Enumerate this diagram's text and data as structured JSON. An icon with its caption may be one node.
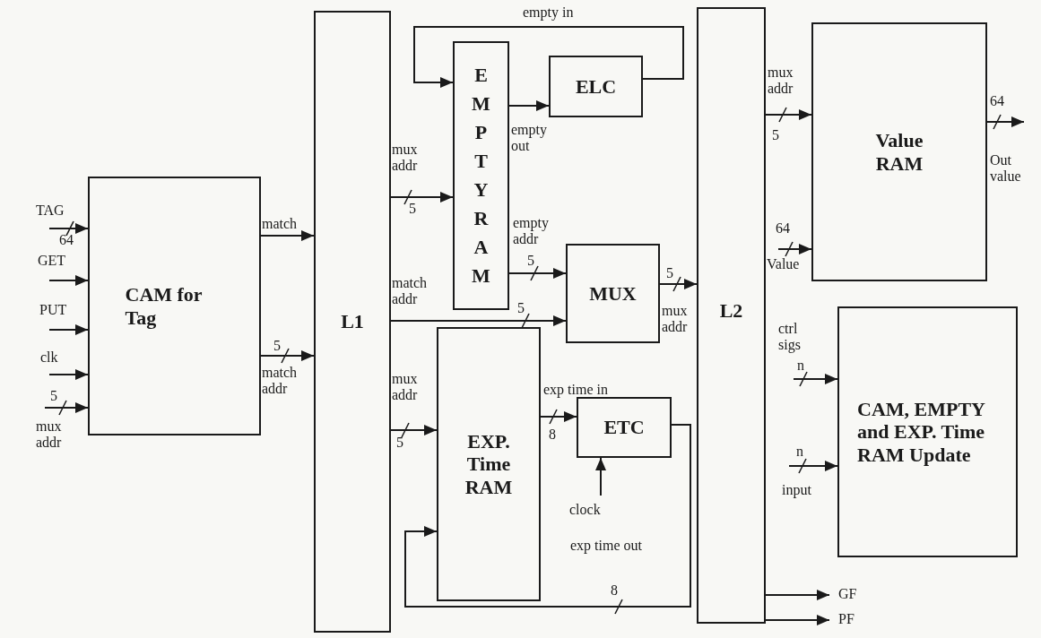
{
  "diagram": {
    "nodes": [
      {
        "text": [
          "CAM for Tag"
        ]
      },
      {
        "text": [
          "L1"
        ]
      },
      {
        "text": [
          "EMPTY RAM"
        ]
      },
      {
        "text": [
          "ELC"
        ]
      },
      {
        "text": [
          "MUX"
        ]
      },
      {
        "text": [
          "EXP. Time RAM"
        ]
      },
      {
        "text": [
          "ETC"
        ]
      },
      {
        "text": [
          "L2"
        ]
      },
      {
        "text": [
          "Value RAM"
        ]
      },
      {
        "text": [
          "CAM, EMPTY and EXP. Time RAM Update"
        ]
      }
    ],
    "edges": [
      {
        "from": null,
        "to": 0,
        "arrow": "to",
        "label": "TAG"
      },
      {
        "from": null,
        "to": 0,
        "arrow": "to",
        "label": "GET"
      },
      {
        "from": null,
        "to": 0,
        "arrow": "to",
        "label": "PUT"
      },
      {
        "from": null,
        "to": 0,
        "arrow": "to",
        "label": "clk"
      },
      {
        "from": null,
        "to": 0,
        "arrow": "to",
        "label": "mux addr"
      },
      {
        "from": 0,
        "to": 1,
        "arrow": "to",
        "label": "match"
      },
      {
        "from": 0,
        "to": 1,
        "arrow": "to",
        "label": "match addr"
      },
      {
        "from": 1,
        "to": 2,
        "arrow": "to",
        "label": "mux addr"
      },
      {
        "from": 3,
        "to": 2,
        "arrow": "to",
        "label": "empty in"
      },
      {
        "from": 2,
        "to": 3,
        "arrow": "to",
        "label": "empty out"
      },
      {
        "from": 2,
        "to": 4,
        "arrow": "to",
        "label": "empty addr"
      },
      {
        "from": 1,
        "to": 4,
        "arrow": "to",
        "label": "match addr"
      },
      {
        "from": 4,
        "to": 7,
        "arrow": "to",
        "label": "mux addr"
      },
      {
        "from": 1,
        "to": 5,
        "arrow": "to",
        "label": "mux addr"
      },
      {
        "from": 5,
        "to": 6,
        "arrow": "to",
        "label": "exp time in"
      },
      {
        "from": null,
        "to": 6,
        "arrow": "to",
        "label": "clock"
      },
      {
        "from": 6,
        "to": 5,
        "arrow": "to",
        "label": "exp time out"
      },
      {
        "from": 7,
        "to": 8,
        "arrow": "to",
        "label": "mux addr"
      },
      {
        "from": null,
        "to": 8,
        "arrow": "to",
        "label": "Value"
      },
      {
        "from": 8,
        "to": null,
        "arrow": "to",
        "label": "Out value"
      },
      {
        "from": null,
        "to": 9,
        "arrow": "to",
        "label": "ctrl sigs"
      },
      {
        "from": null,
        "to": 9,
        "arrow": "to",
        "label": "input"
      },
      {
        "from": 7,
        "to": null,
        "arrow": "to",
        "label": "GF"
      },
      {
        "from": 7,
        "to": null,
        "arrow": "to",
        "label": "PF"
      }
    ],
    "labels": [
      "64",
      "5",
      "5",
      "5",
      "5",
      "5",
      "5",
      "5",
      "8",
      "8",
      "5",
      "64",
      "64",
      "n",
      "n"
    ]
  }
}
